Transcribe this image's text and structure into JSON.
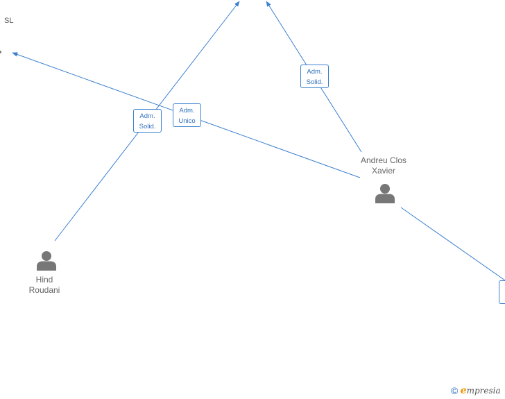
{
  "company": {
    "name_fragment": "SL"
  },
  "persons": [
    {
      "id": "andreu",
      "name_line1": "Andreu Clos",
      "name_line2": "Xavier"
    },
    {
      "id": "hind",
      "name_line1": "Hind",
      "name_line2": "Roudani"
    }
  ],
  "roles": [
    {
      "id": "hind-solid",
      "line1": "Adm.",
      "line2": "Solid."
    },
    {
      "id": "andreu-unico",
      "line1": "Adm.",
      "line2": "Unico"
    },
    {
      "id": "andreu-solid",
      "line1": "Adm.",
      "line2": "Solid."
    }
  ],
  "brand": {
    "copyright": "©",
    "initial": "e",
    "name": "mpresia"
  },
  "colors": {
    "edge": "#3a7fd0",
    "person": "#777777",
    "badge_text": "#2f6fbf",
    "brand_accent": "#f29200"
  }
}
